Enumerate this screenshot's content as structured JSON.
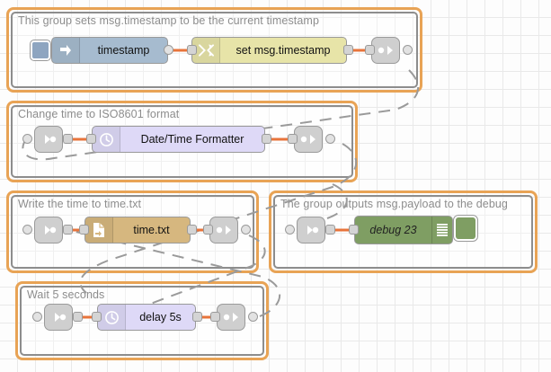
{
  "editor": {
    "app": "node-red-flow-editor",
    "grid_size": 20,
    "colors": {
      "group_border": "#e8a355",
      "group_inner_border": "#8d8d8d",
      "wire": "#e8743b",
      "virtual_link": "#999999",
      "inject": "#a6bbcf",
      "change": "#e7e4a8",
      "formatter": "#ded9f7",
      "file": "#d6b77f",
      "debug": "#7f9e63",
      "link_node": "#cfcfcf",
      "canvas": "#fdfdfd",
      "grid_line": "#e9e9e9"
    }
  },
  "groups": [
    {
      "id": "group-timestamp",
      "label": "This group sets msg.timestamp to be the current timestamp",
      "nodes": [
        {
          "id": "inject-timestamp",
          "type": "inject",
          "label": "timestamp",
          "icon": "arrow-right-icon"
        },
        {
          "id": "change-set-timestamp",
          "type": "change",
          "label": "set msg.timestamp",
          "icon": "shuffle-icon"
        },
        {
          "id": "link-out-1",
          "type": "link-out",
          "label": "",
          "icon": "link-out-icon"
        }
      ]
    },
    {
      "id": "group-iso8601",
      "label": "Change time to ISO8601 format",
      "nodes": [
        {
          "id": "link-in-2",
          "type": "link-in",
          "label": "",
          "icon": "link-in-icon"
        },
        {
          "id": "node-datetime-formatter",
          "type": "formatter",
          "label": "Date/Time Formatter",
          "icon": "clock-icon"
        },
        {
          "id": "link-out-2",
          "type": "link-out",
          "label": "",
          "icon": "link-out-icon"
        }
      ]
    },
    {
      "id": "group-write-file",
      "label": "Write the time to time.txt",
      "nodes": [
        {
          "id": "link-in-3",
          "type": "link-in",
          "label": "",
          "icon": "link-in-icon"
        },
        {
          "id": "node-file-write",
          "type": "file",
          "label": "time.txt",
          "icon": "file-out-icon"
        },
        {
          "id": "link-out-3",
          "type": "link-out",
          "label": "",
          "icon": "link-out-icon"
        }
      ]
    },
    {
      "id": "group-debug",
      "label": "The group outputs msg.payload to the debug",
      "nodes": [
        {
          "id": "link-in-4",
          "type": "link-in",
          "label": "",
          "icon": "link-in-icon"
        },
        {
          "id": "node-debug-23",
          "type": "debug",
          "label": "debug 23",
          "icon": "debug-stripe-icon",
          "toggle": "debug-enable-toggle"
        }
      ]
    },
    {
      "id": "group-delay",
      "label": "Wait 5 seconds",
      "nodes": [
        {
          "id": "link-in-5",
          "type": "link-in",
          "label": "",
          "icon": "link-in-icon"
        },
        {
          "id": "node-delay",
          "type": "formatter",
          "label": "delay 5s",
          "icon": "clock-icon"
        },
        {
          "id": "link-out-5",
          "type": "link-out",
          "label": "",
          "icon": "link-out-icon"
        }
      ]
    }
  ]
}
